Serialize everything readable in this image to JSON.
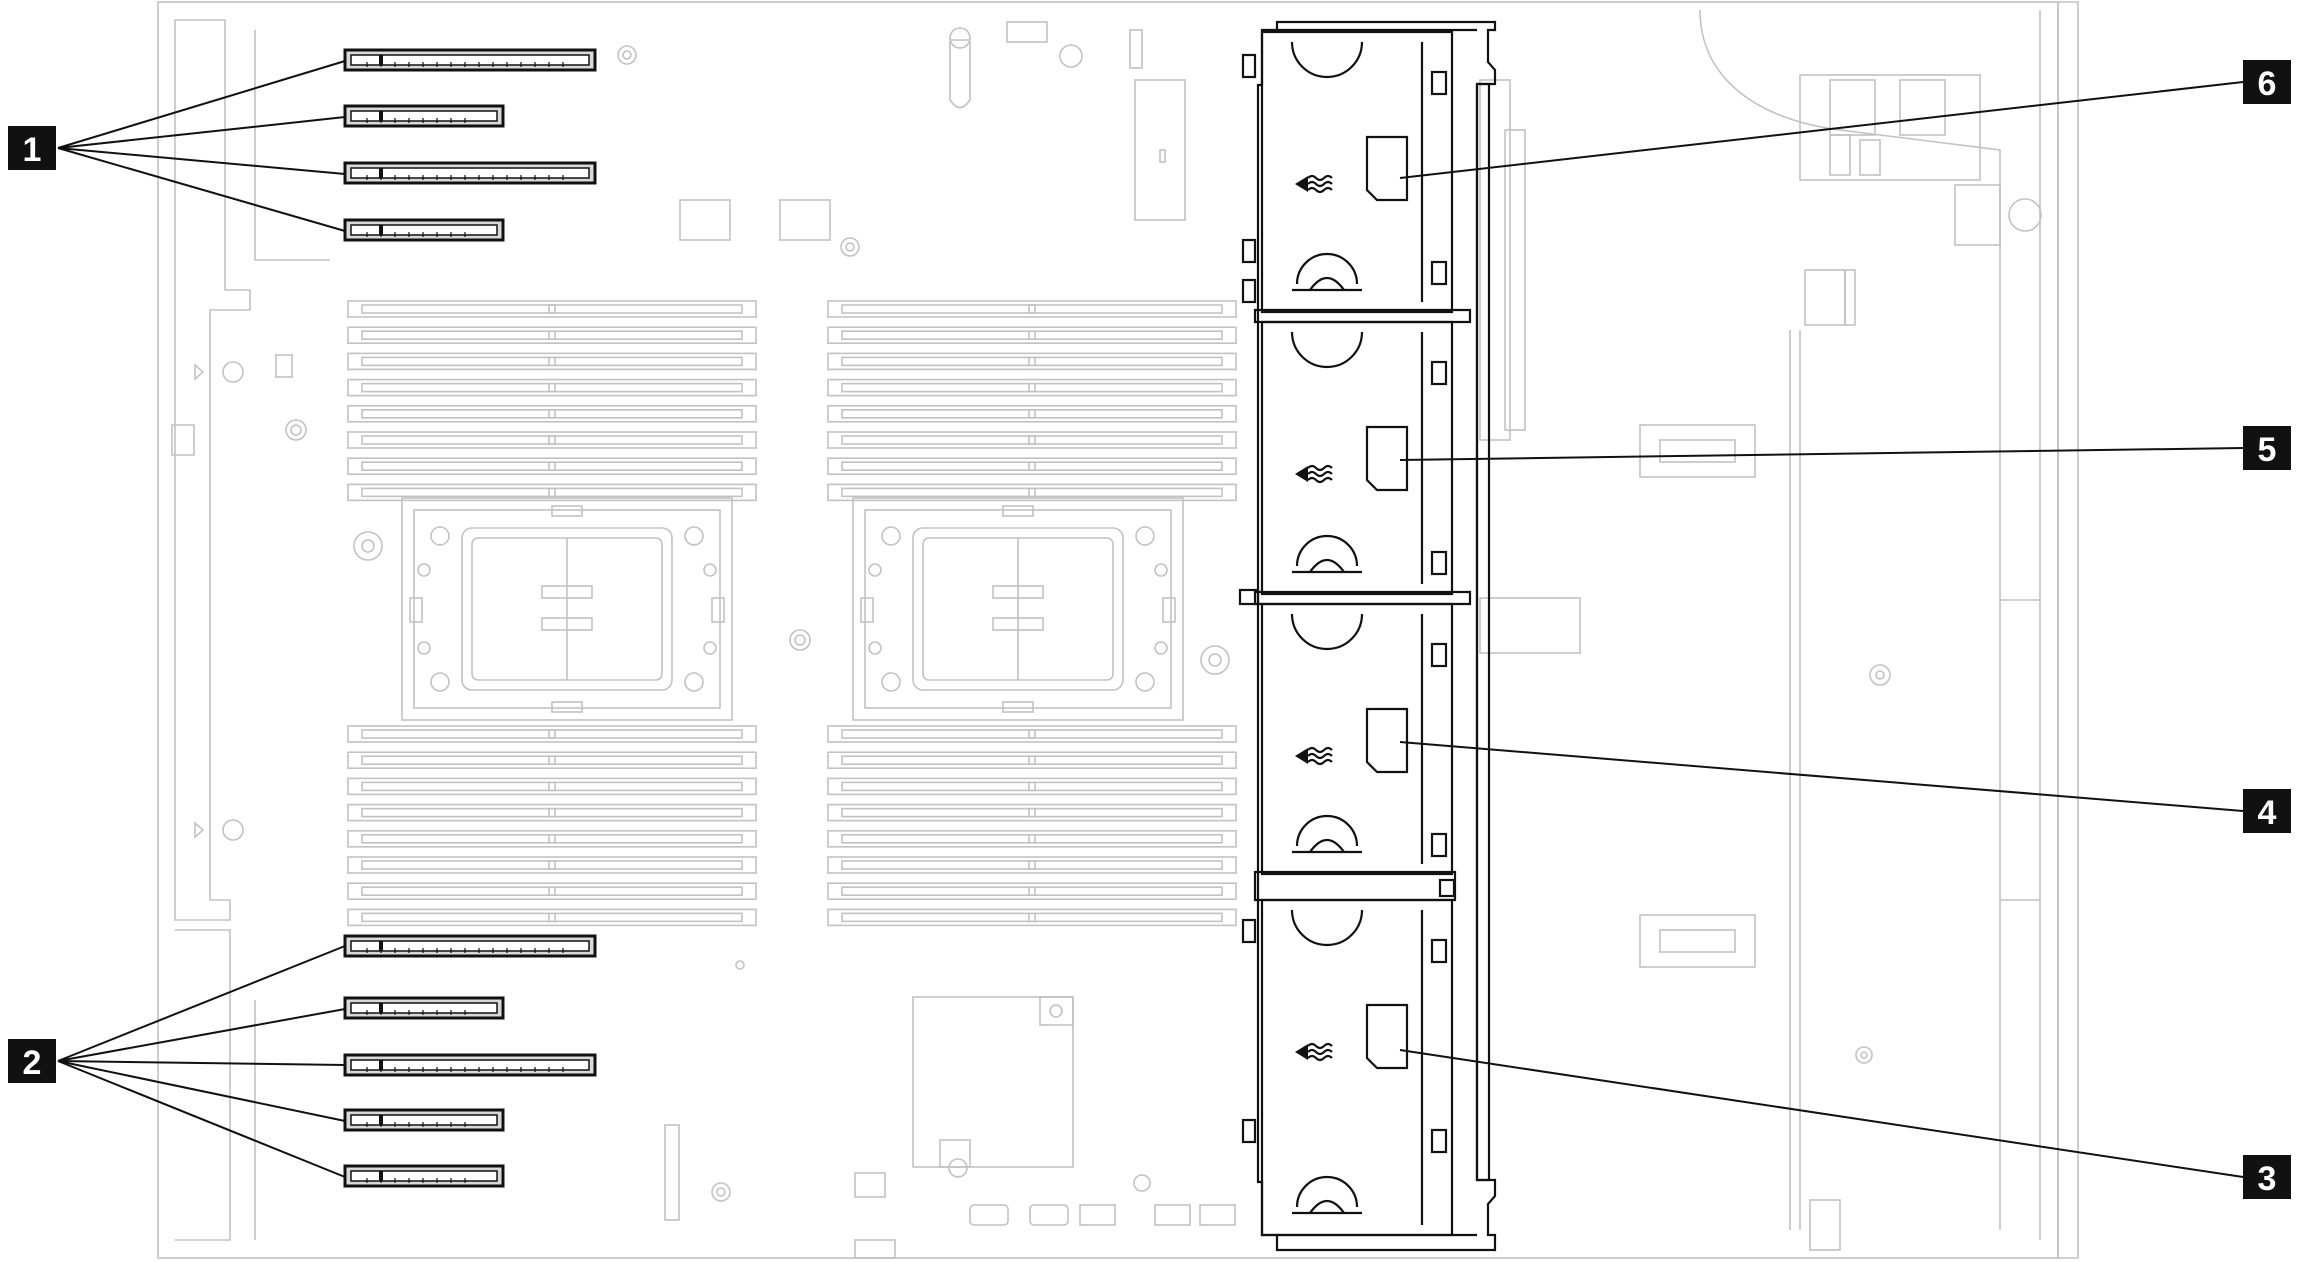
{
  "callouts": [
    {
      "label": "1",
      "name": "pcie-slots-upper"
    },
    {
      "label": "2",
      "name": "pcie-slots-lower"
    },
    {
      "label": "3",
      "name": "fan-3"
    },
    {
      "label": "4",
      "name": "fan-4"
    },
    {
      "label": "5",
      "name": "fan-5"
    },
    {
      "label": "6",
      "name": "fan-6"
    }
  ],
  "components": {
    "fan_modules": 4,
    "pcie_slots_group_1": 4,
    "pcie_slots_group_2": 5,
    "processors": 2,
    "dimm_slots_per_bank": 8
  },
  "colors": {
    "highlight": "#111111",
    "faded": "#c2c2c2",
    "badge_text": "#ffffff"
  }
}
